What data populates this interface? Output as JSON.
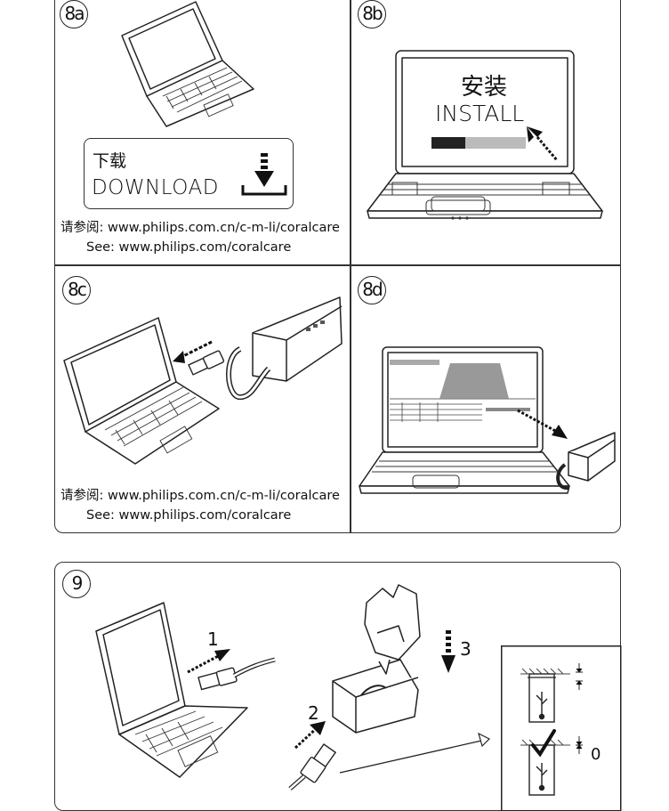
{
  "steps": {
    "s8a": {
      "badge": "8a",
      "download_cn": "下载",
      "download_en": "DOWNLOAD",
      "url_cn": "请参阅: www.philips.com.cn/c-m-li/coralcare",
      "url_en": "See: www.philips.com/coralcare"
    },
    "s8b": {
      "badge": "8b",
      "install_cn": "安装",
      "install_en": "INSTALL"
    },
    "s8c": {
      "badge": "8c",
      "url_cn": "请参阅: www.philips.com.cn/c-m-li/coralcare",
      "url_en": "See: www.philips.com/coralcare"
    },
    "s8d": {
      "badge": "8d"
    },
    "s9": {
      "badge": "9",
      "label_1": "1",
      "label_2": "2",
      "label_3": "3",
      "gap_label": "0"
    }
  },
  "icons": [
    "laptop-icon",
    "download-arrow-icon",
    "cursor-arrow-icon",
    "usb-plug-icon",
    "trimmer-base-icon",
    "adapter-icon",
    "usb-symbol-icon",
    "checkmark-icon"
  ]
}
